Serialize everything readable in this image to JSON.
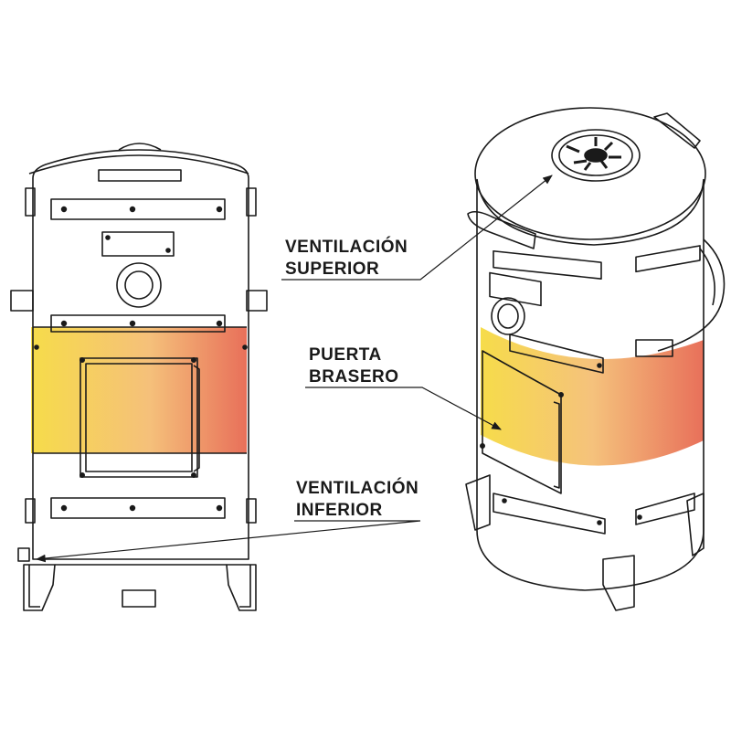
{
  "callouts": {
    "top_vent": {
      "line1": "VENTILACIÓN",
      "line2": "SUPERIOR"
    },
    "firebox_door": {
      "line1": "PUERTA",
      "line2": "BRASERO"
    },
    "bottom_vent": {
      "line1": "VENTILACIÓN",
      "line2": "INFERIOR"
    }
  },
  "colors": {
    "outline": "#1a1a1a",
    "heat_start": "#f5d84a",
    "heat_mid": "#f3b86a",
    "heat_end": "#e86a50",
    "background": "#ffffff"
  },
  "icons": {
    "front_view": "smoker-front-icon",
    "perspective_view": "smoker-perspective-icon",
    "top_vent": "vent-disc-icon"
  }
}
